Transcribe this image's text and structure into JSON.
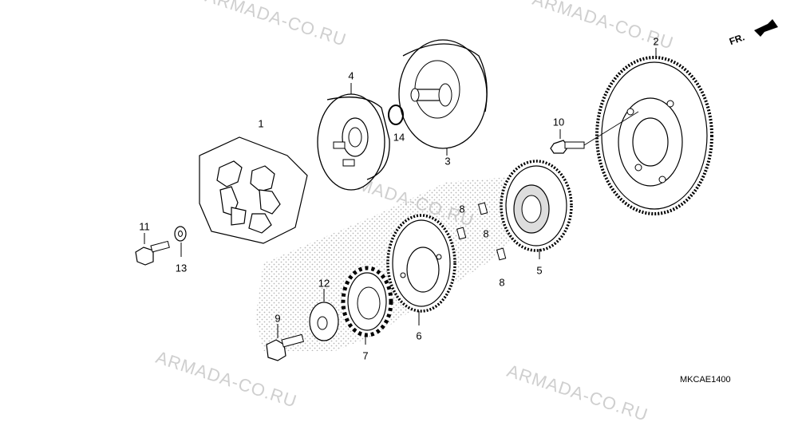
{
  "watermark": "ARMADA-CO.RU",
  "diagram_code": "MKCAE1400",
  "direction_label": "FR.",
  "labels": {
    "p1": "1",
    "p2": "2",
    "p3": "3",
    "p4": "4",
    "p5": "5",
    "p6": "6",
    "p7": "7",
    "p8a": "8",
    "p8b": "8",
    "p8c": "8",
    "p9": "9",
    "p10": "10",
    "p11": "11",
    "p12": "12",
    "p13": "13",
    "p14": "14"
  }
}
